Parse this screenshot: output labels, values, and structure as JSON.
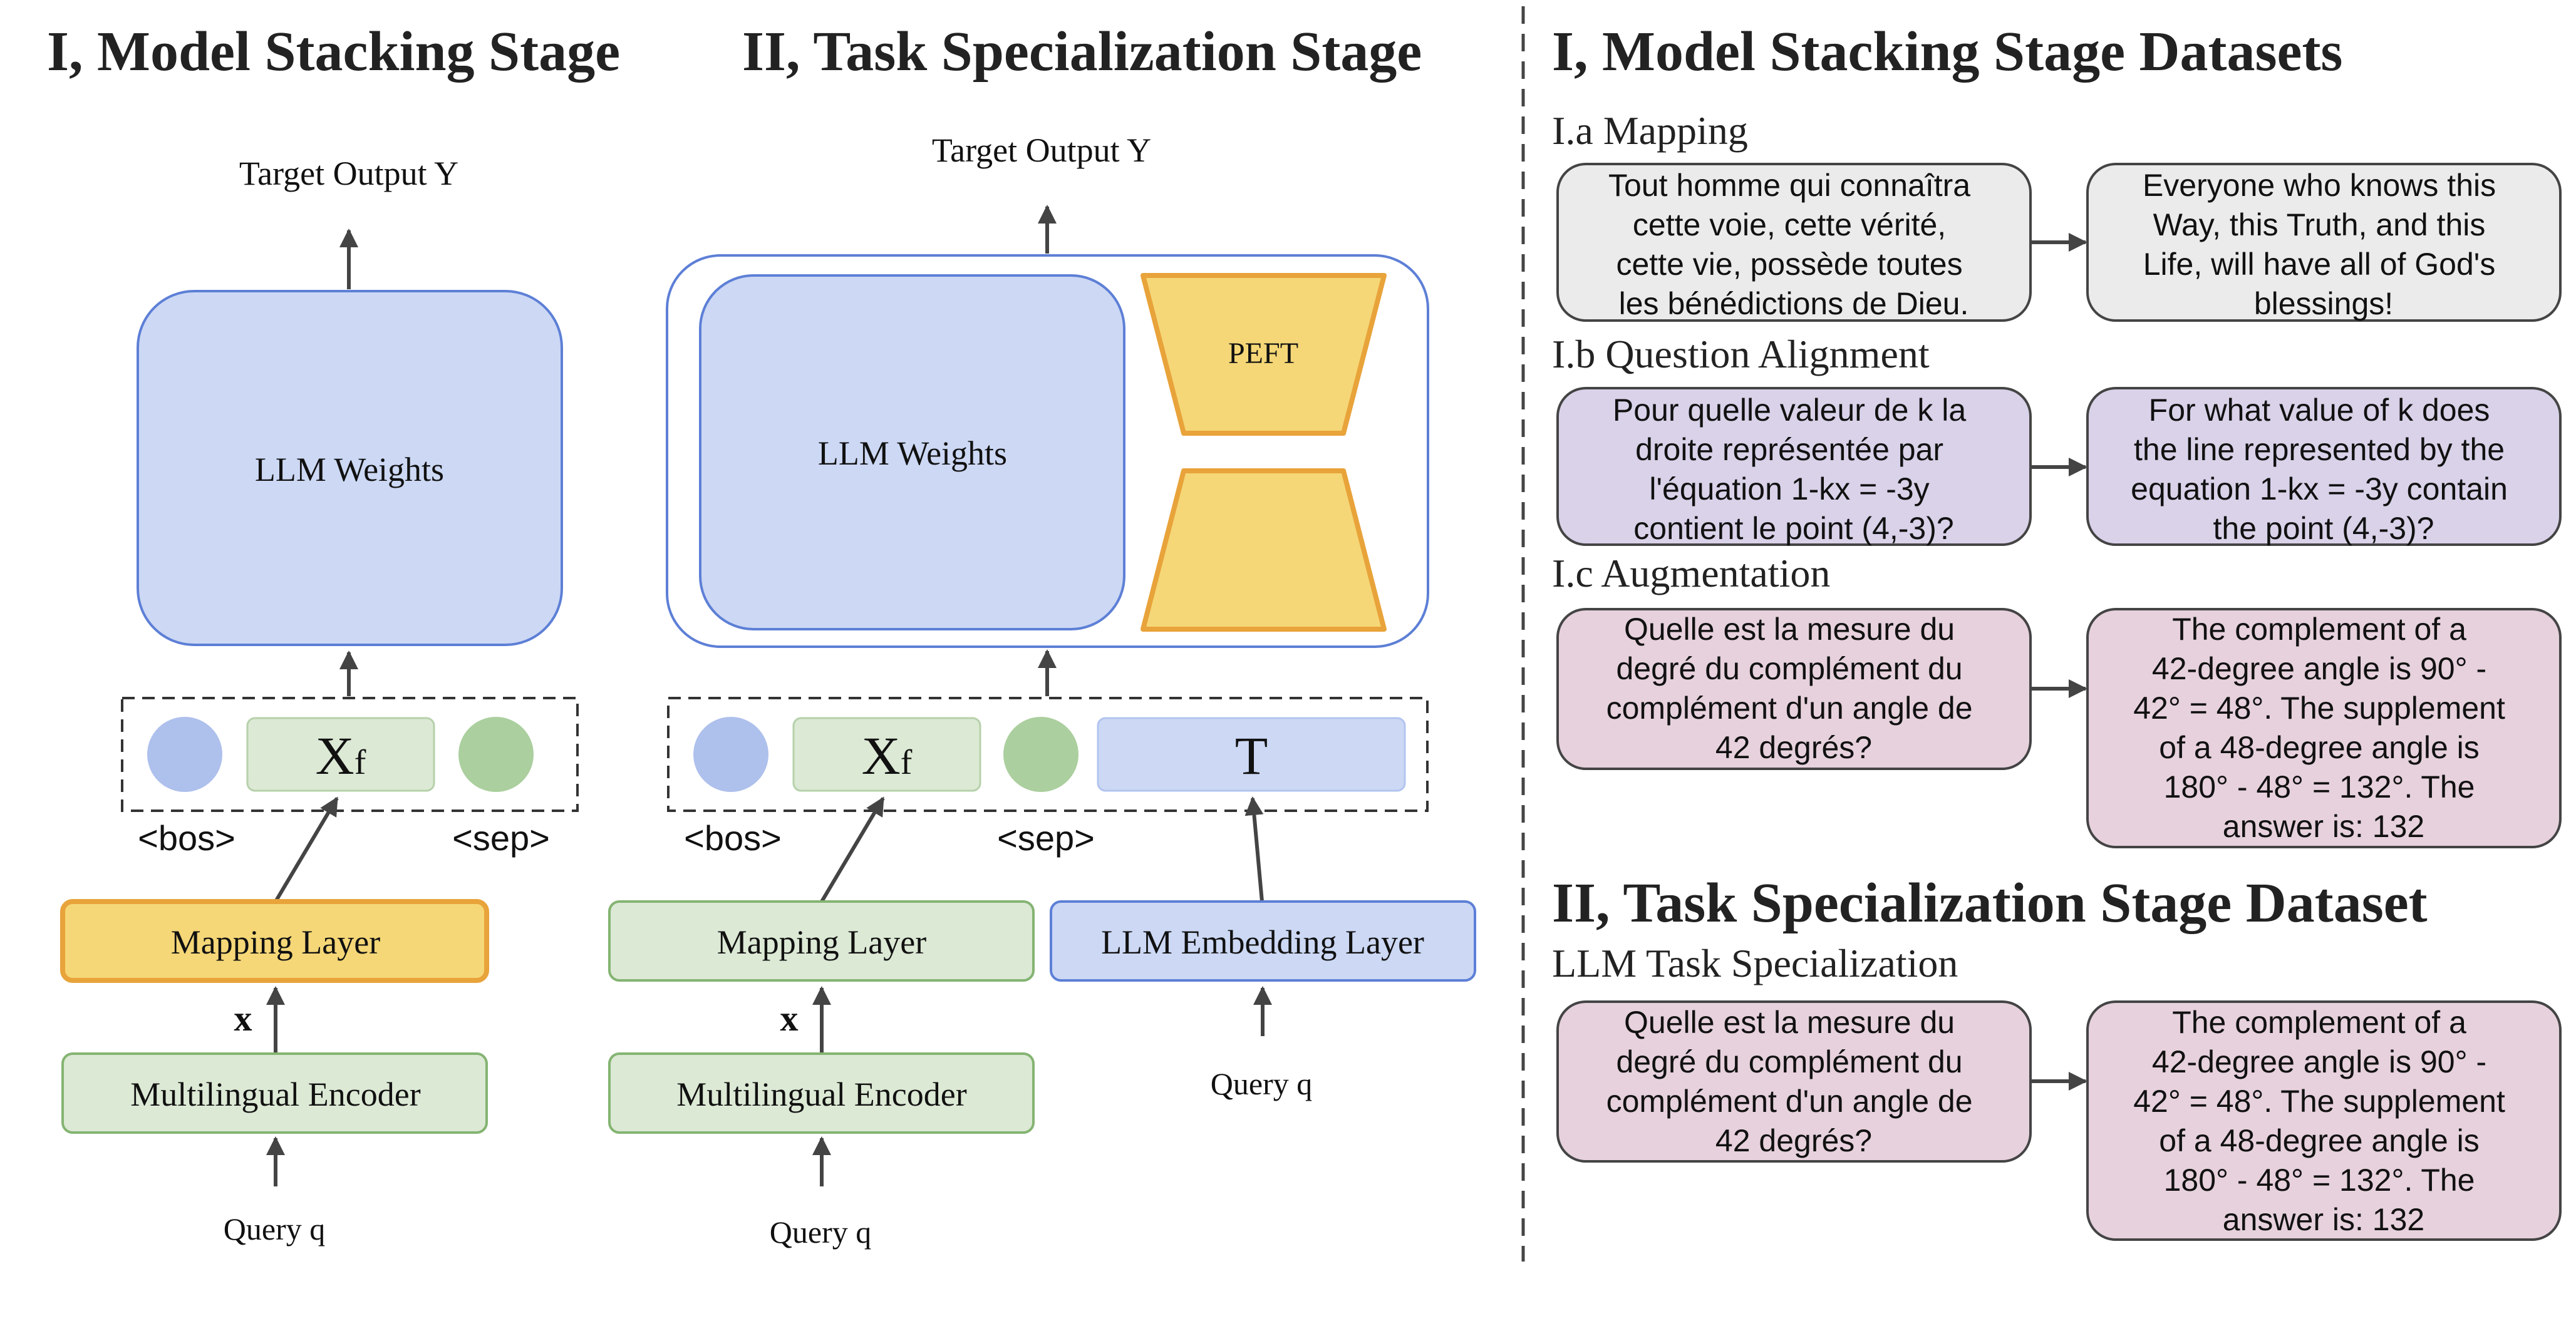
{
  "stage1": {
    "title": "I, Model Stacking Stage",
    "target": "Target Output Y",
    "llm": "LLM Weights",
    "xf": "X",
    "xf_sub": "f",
    "bos": "<bos>",
    "sep": "<sep>",
    "mapping": "Mapping Layer",
    "x_label": "x",
    "encoder": "Multilingual Encoder",
    "query": "Query q"
  },
  "stage2": {
    "title": "II, Task Specialization Stage",
    "target": "Target Output Y",
    "llm": "LLM Weights",
    "peft": "PEFT",
    "xf": "X",
    "xf_sub": "f",
    "t_token": "T",
    "bos": "<bos>",
    "sep": "<sep>",
    "mapping": "Mapping Layer",
    "x_label": "x",
    "encoder": "Multilingual Encoder",
    "query_left": "Query q",
    "embedding": "LLM Embedding Layer",
    "query_right": "Query q"
  },
  "datasets": {
    "title": "I, Model Stacking Stage Datasets",
    "mapping": {
      "heading": "I.a Mapping",
      "src": [
        "Tout homme qui connaîtra",
        "cette voie, cette vérité,",
        "cette vie, possède toutes",
        "les bénédictions de Dieu."
      ],
      "tgt": [
        "Everyone who knows this",
        "Way, this Truth, and this",
        "Life, will have all of God's",
        "blessings!"
      ]
    },
    "question_alignment": {
      "heading": "I.b Question Alignment",
      "src": [
        "Pour quelle valeur de k la",
        "droite représentée par",
        "l'équation 1-kx = -3y",
        "contient le point (4,-3)?"
      ],
      "tgt": [
        "For what value of k does",
        "the line represented by the",
        "equation 1-kx = -3y contain",
        "the point (4,-3)?"
      ]
    },
    "augmentation": {
      "heading": "I.c Augmentation",
      "src": [
        "Quelle est la mesure du",
        "degré du complément du",
        "complément d'un angle de",
        "42 degrés?"
      ],
      "tgt": [
        "The complement of a",
        "42-degree angle is 90° -",
        "42° = 48°. The supplement",
        "of a 48-degree angle is",
        "180° - 48° = 132°. The",
        "answer is: 132"
      ]
    }
  },
  "task_dataset": {
    "title": "II, Task Specialization Stage Dataset",
    "heading": "LLM Task Specialization",
    "src": [
      "Quelle est la mesure du",
      "degré du complément du",
      "complément d'un angle de",
      "42 degrés?"
    ],
    "tgt": [
      "The complement of a",
      "42-degree angle is 90° -",
      "42° = 48°. The supplement",
      "of a 48-degree angle is",
      "180° - 48° = 132°. The",
      "answer is: 132"
    ]
  },
  "colors": {
    "llm_fill": "#ccd8f4",
    "llm_stroke": "#5d7fd6",
    "green_fill": "#dce9d5",
    "green_stroke": "#84b472",
    "yellow_fill": "#f5d777",
    "yellow_stroke": "#e8a33a",
    "gray_fill": "#ebebeb",
    "purple_fill": "#d9d2e9",
    "pink_fill": "#e6d1dc",
    "arrow": "#444444"
  }
}
